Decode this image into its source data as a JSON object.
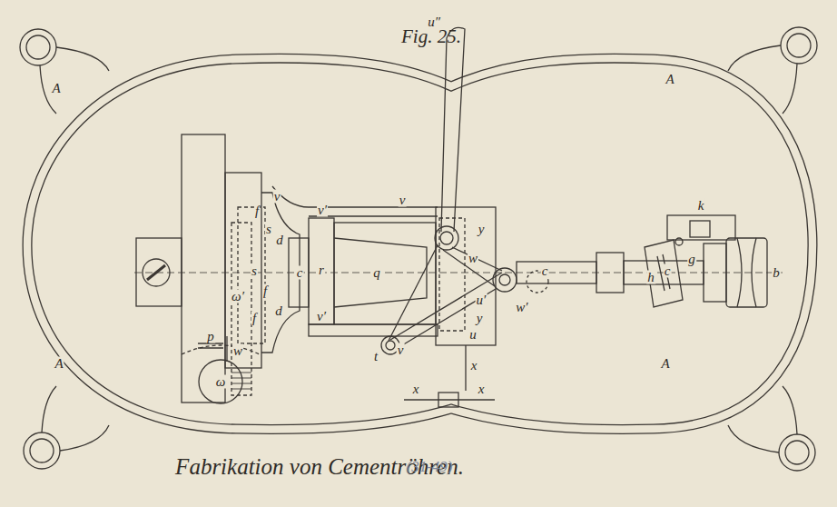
{
  "diagram": {
    "title": "Fig. 25.",
    "caption": "Fabrikation von Cementröhren.",
    "labels": [
      "A",
      "A",
      "A",
      "A",
      "u″",
      "y",
      "w",
      "u′",
      "y",
      "u",
      "x",
      "x",
      "x",
      "t",
      "v",
      "v",
      "v′",
      "r",
      "q",
      "v′",
      "c",
      "c",
      "c",
      "b",
      "w′",
      "k",
      "g",
      "h",
      "v",
      "f",
      "s",
      "d",
      "s",
      "f",
      "d",
      "f",
      "ω′",
      "p",
      "w",
      "ω",
      "(31-49)"
    ]
  }
}
